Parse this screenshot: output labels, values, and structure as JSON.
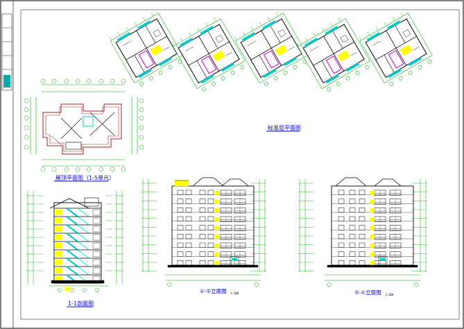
{
  "drawing": {
    "title_block_text": "",
    "views": [
      {
        "id": "floor-plan-strip",
        "caption": "标准层平面图",
        "scale_hint": ""
      },
      {
        "id": "roof-plan",
        "caption": "屋顶平面图（1-5单元）",
        "scale_hint": ""
      },
      {
        "id": "section",
        "caption": "1-1剖面图",
        "scale_hint": ""
      },
      {
        "id": "elevation-front",
        "caption": "①-⑤立面图",
        "scale_hint": "1:100"
      },
      {
        "id": "elevation-side",
        "caption": "⑤-①立面图",
        "scale_hint": "1:100"
      }
    ]
  },
  "colors": {
    "background": "#ffffff",
    "frame": "#000000",
    "dimension": "#00aa00",
    "wall": "#000000",
    "window": "#00cccc",
    "accent_magenta": "#cc00cc",
    "accent_yellow": "#ffff00",
    "accent_red": "#aa2222",
    "caption_blue": "#0000cc"
  }
}
